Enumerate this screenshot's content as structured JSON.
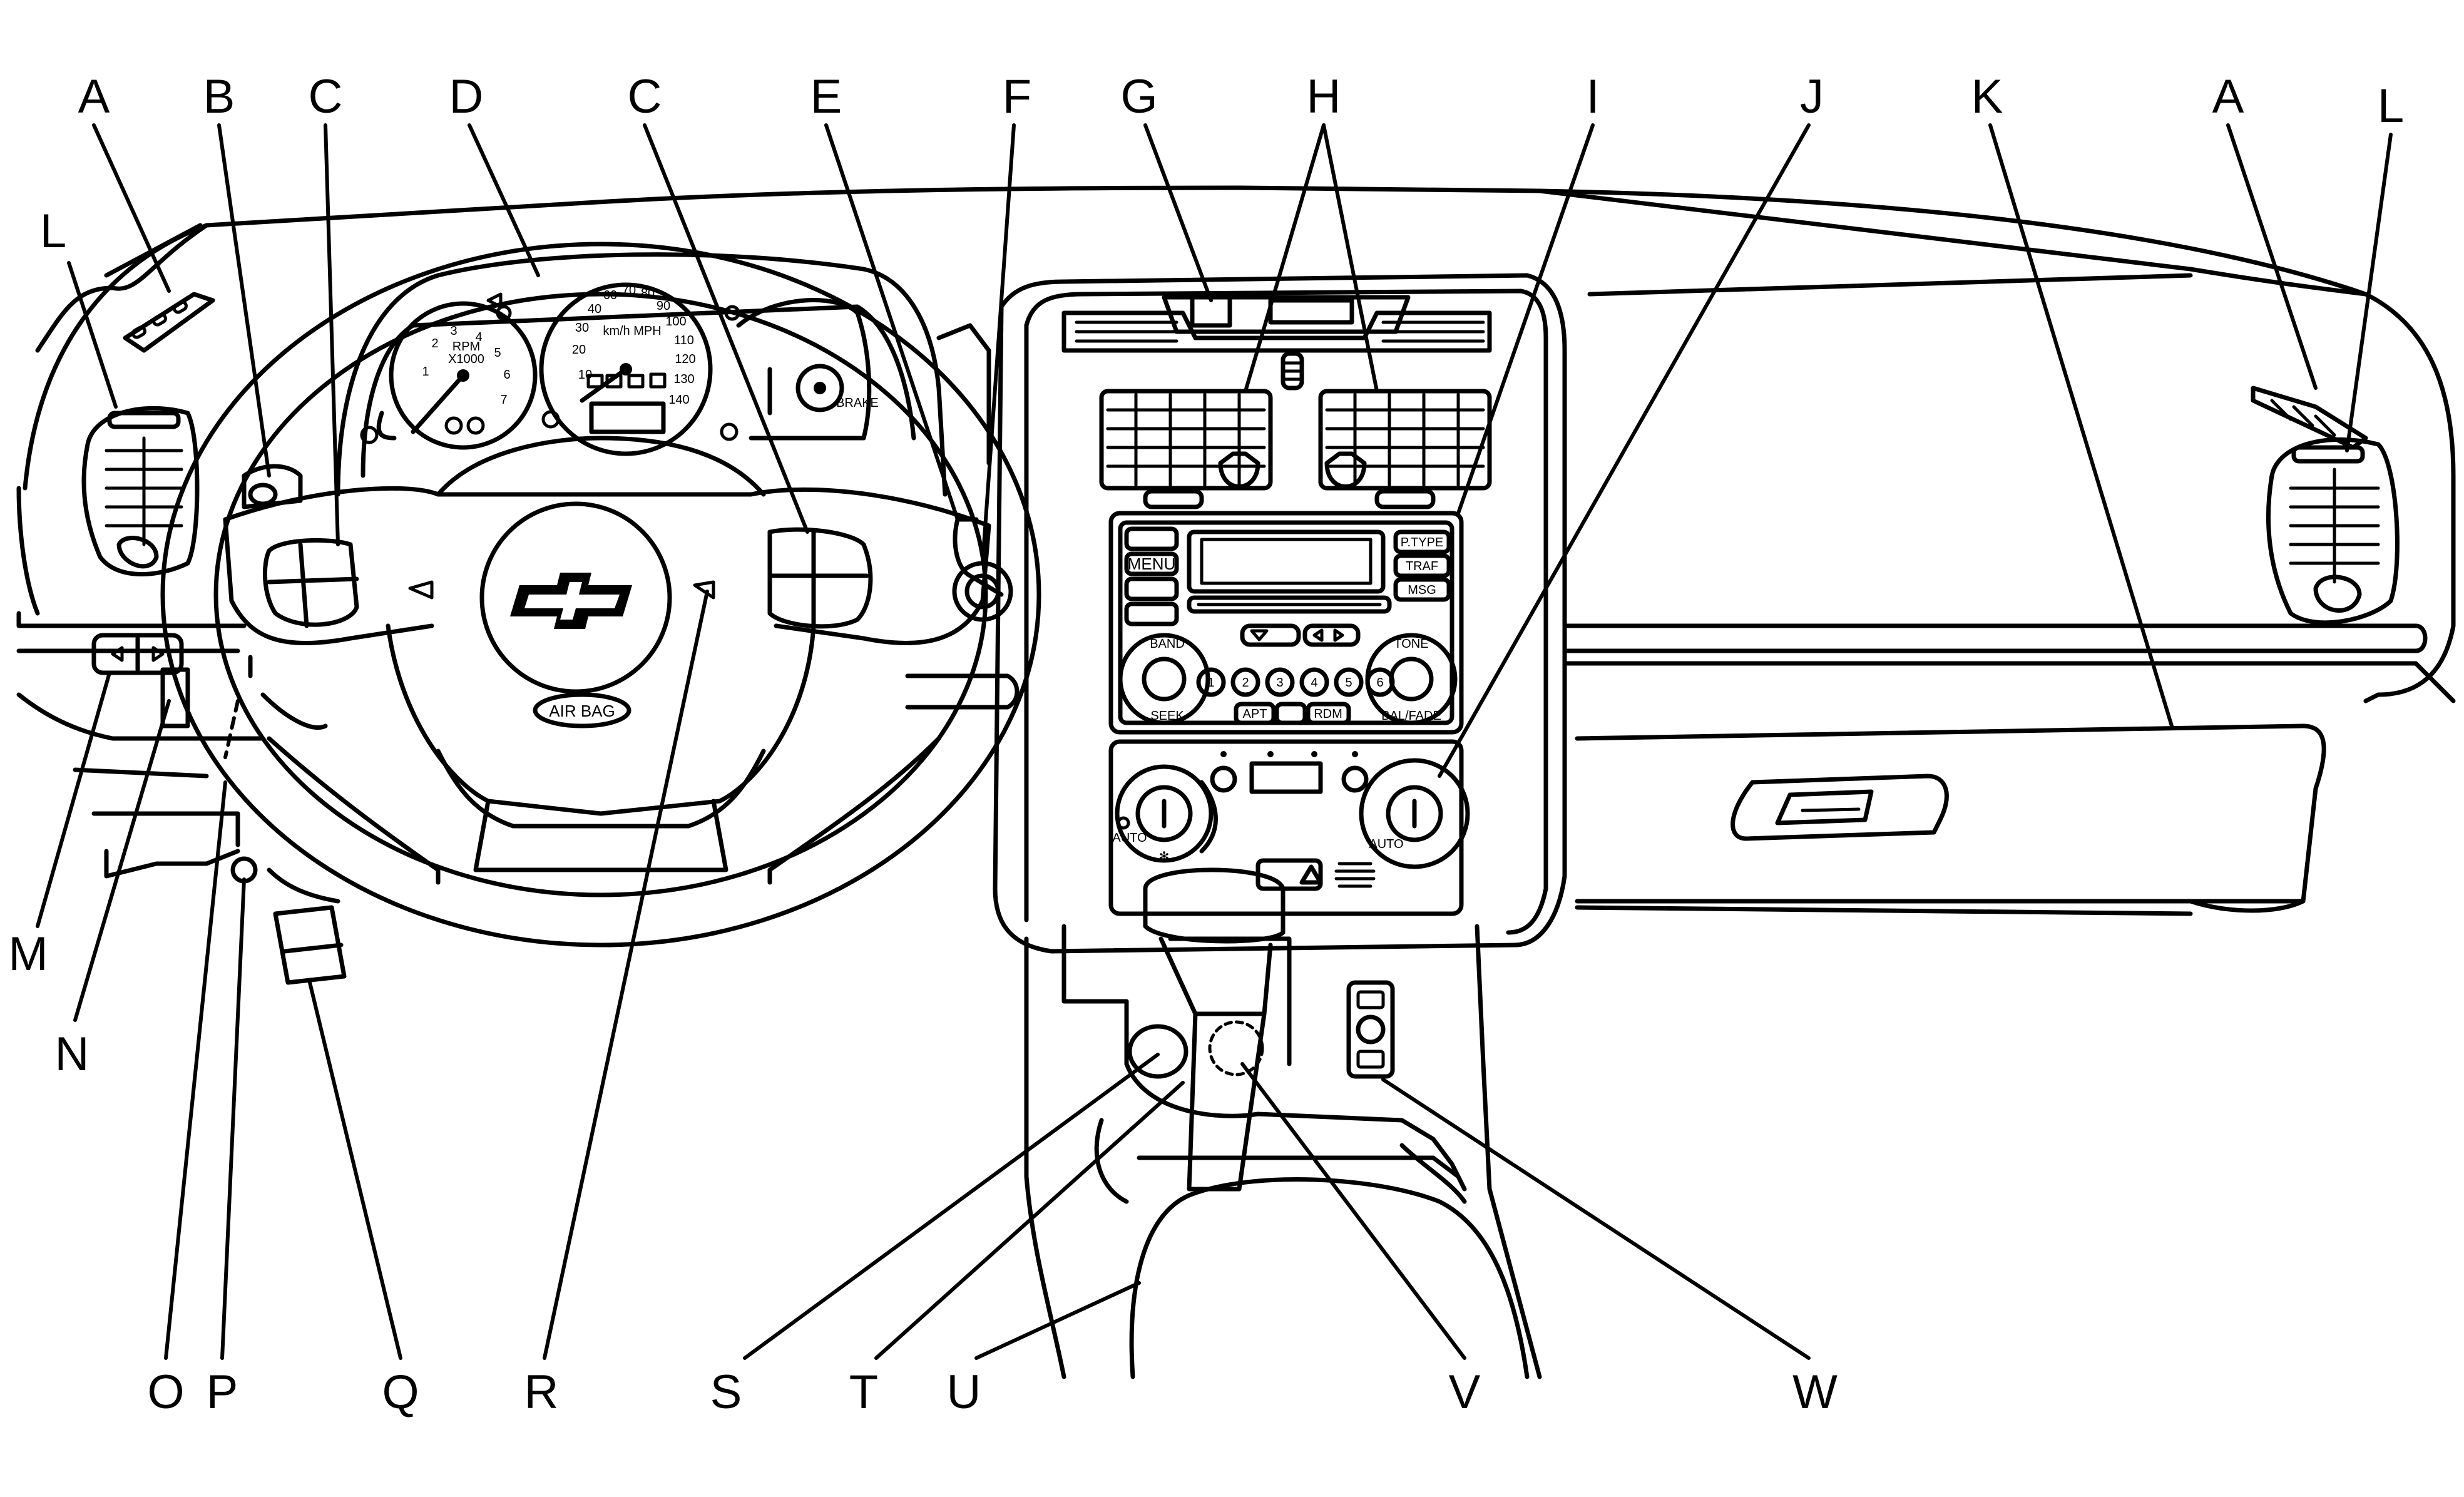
{
  "callouts": {
    "A1": "A",
    "B": "B",
    "C1": "C",
    "D": "D",
    "C2": "C",
    "E": "E",
    "F": "F",
    "G": "G",
    "H": "H",
    "I": "I",
    "J": "J",
    "K": "K",
    "A2": "A",
    "L2": "L",
    "L1": "L",
    "M": "M",
    "N": "N",
    "O": "O",
    "P": "P",
    "Q": "Q",
    "R": "R",
    "S": "S",
    "T": "T",
    "U": "U",
    "V": "V",
    "W": "W"
  },
  "cluster": {
    "rpm_label": "RPM",
    "rpm_scale": "X1000",
    "speed_units": "km/h MPH",
    "tach_numbers": [
      "1",
      "2",
      "3",
      "4",
      "5",
      "6",
      "7"
    ],
    "speed_numbers": [
      "10",
      "20",
      "30",
      "40",
      "60",
      "70",
      "80",
      "90",
      "100",
      "110",
      "120",
      "130",
      "140"
    ],
    "brake_label": "BRAKE"
  },
  "steering": {
    "airbag_label": "AIR BAG"
  },
  "radio": {
    "left_buttons": [
      "",
      "MENU",
      "",
      ""
    ],
    "right_buttons": [
      "P.TYPE",
      "TRAF",
      "MSG"
    ],
    "band_label": "BAND",
    "seek_label": "SEEK",
    "tone_label": "TONE",
    "balfade_label": "BAL/FADE",
    "presets": [
      "1",
      "2",
      "3",
      "4",
      "5",
      "6"
    ],
    "bottom_buttons": [
      "APT",
      "",
      "RDM"
    ]
  },
  "climate": {
    "auto_left": "AUTO",
    "auto_right": "AUTO"
  }
}
